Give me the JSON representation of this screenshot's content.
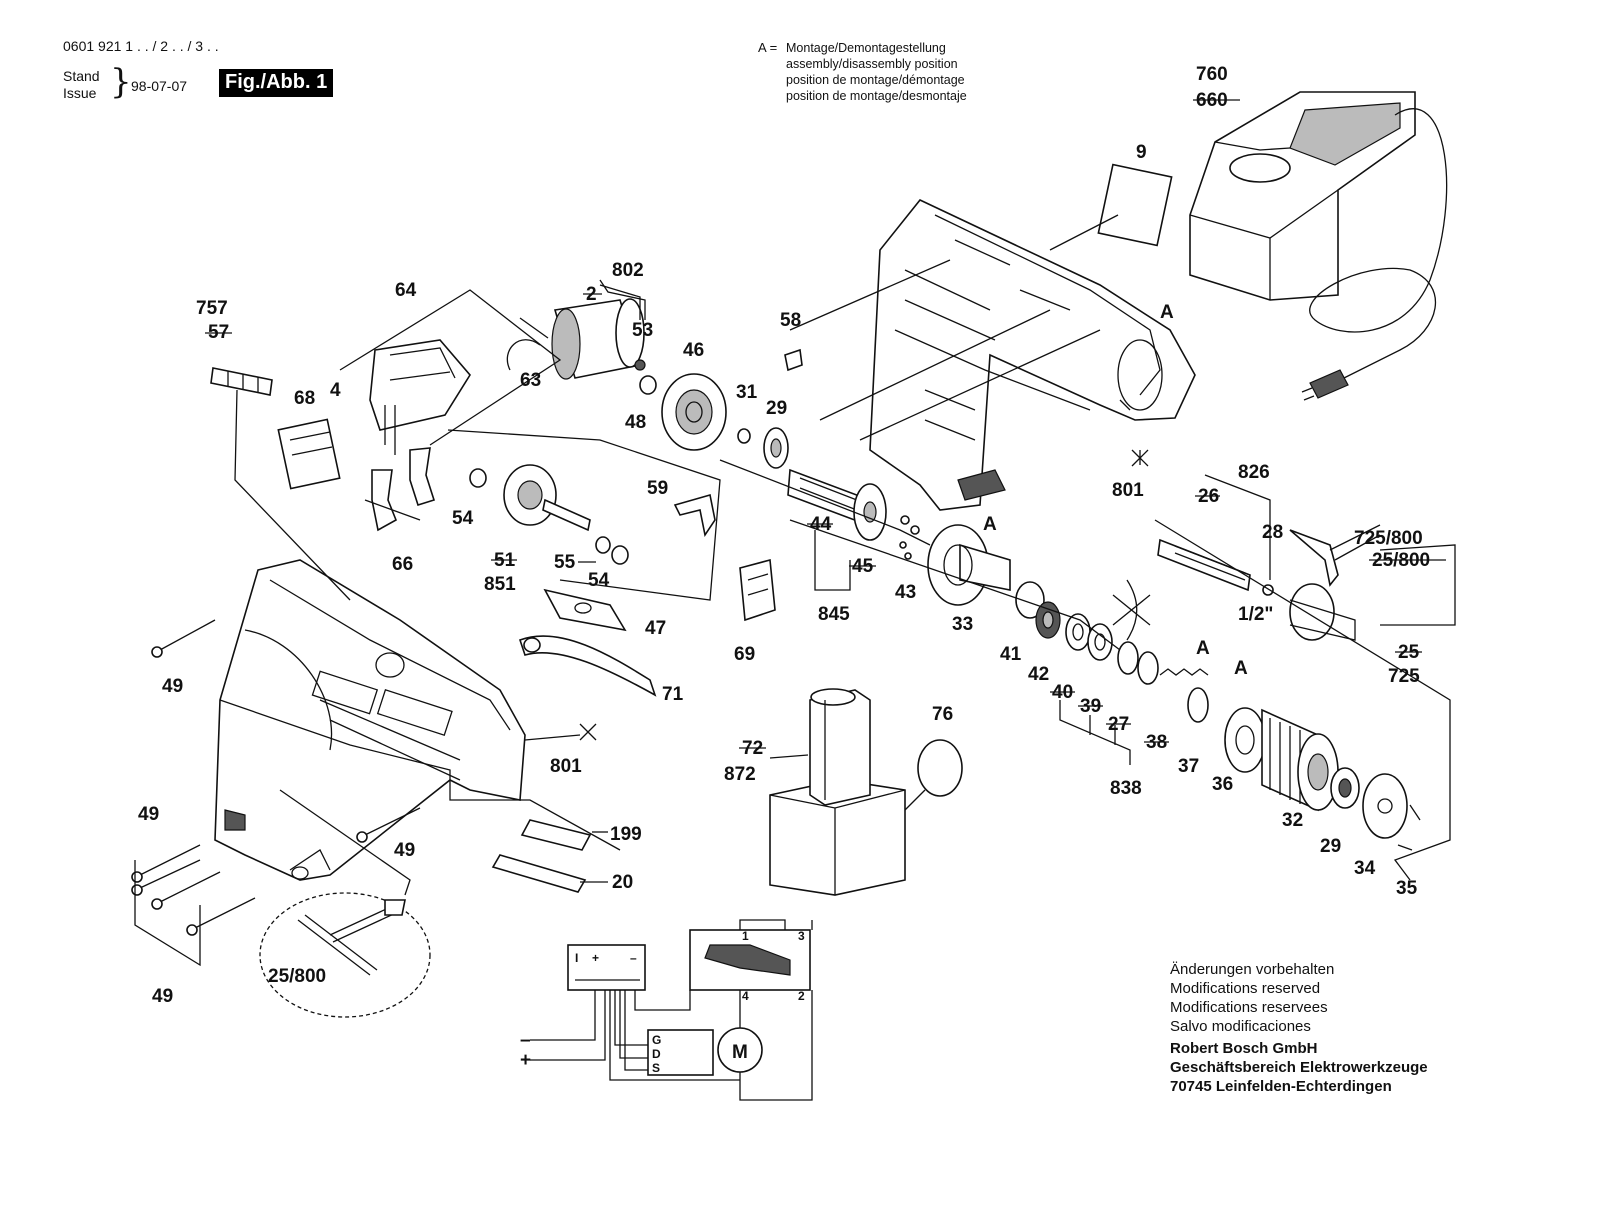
{
  "header": {
    "part_number": "0601 921 1 . . / 2 . . / 3 . .",
    "stand": "Stand",
    "issue": "Issue",
    "brace": "}",
    "date": "98-07-07",
    "figure": "Fig./Abb. 1"
  },
  "legend": {
    "marker": "A =",
    "lines": [
      "Montage/Demontagestellung",
      "assembly/disassembly position",
      "position de montage/démontage",
      "position de montage/desmontaje"
    ]
  },
  "notes": {
    "lines": [
      "Änderungen vorbehalten",
      "Modifications reserved",
      "Modifications reservees",
      "Salvo modificaciones"
    ],
    "company": [
      "Robert Bosch GmbH",
      "Geschäftsbereich Elektrowerkzeuge",
      "70745 Leinfelden-Echterdingen"
    ]
  },
  "part_labels": {
    "p760": "760",
    "p660": "660",
    "p9": "9",
    "p802": "802",
    "p2": "2",
    "p53": "53",
    "p757": "757",
    "p57": "57",
    "p64": "64",
    "p58": "58",
    "p46": "46",
    "p4": "4",
    "p63": "63",
    "pA1": "A",
    "p68": "68",
    "p48": "48",
    "p31": "31",
    "p29a": "29",
    "p801a": "801",
    "p826": "826",
    "p26a": "26",
    "p59": "59",
    "p54a": "54",
    "p44": "44",
    "pA2": "A",
    "p28": "28",
    "p725_800": "725/800",
    "p25_800a": "25/800",
    "p66": "66",
    "p51": "51",
    "p851": "851",
    "p55": "55",
    "p54b": "54",
    "p45": "45",
    "p43": "43",
    "p845": "845",
    "p33": "33",
    "p47": "47",
    "p69": "69",
    "p41": "41",
    "p1_2": "1/2\"",
    "p25": "25",
    "p725": "725",
    "p49a": "49",
    "p71": "71",
    "p42": "42",
    "pA3": "A",
    "pA4": "A",
    "p40": "40",
    "p39": "39",
    "p27": "27",
    "p38": "38",
    "p37": "37",
    "p76": "76",
    "p72": "72",
    "p872": "872",
    "p801b": "801",
    "p36": "36",
    "p838": "838",
    "p32": "32",
    "p49b": "49",
    "p199": "199",
    "p49c": "49",
    "p29b": "29",
    "p34": "34",
    "p35": "35",
    "p20": "20",
    "p25_800b": "25/800",
    "p49d": "49"
  },
  "schematic": {
    "terminal_minus": "–",
    "terminal_plus": "+",
    "sw_i": "I",
    "sw_plus": "+",
    "sw_minus": "–",
    "pin_g": "G",
    "pin_d": "D",
    "pin_s": "S",
    "motor": "M",
    "n1": "1",
    "n3": "3",
    "n4": "4",
    "n2": "2"
  }
}
